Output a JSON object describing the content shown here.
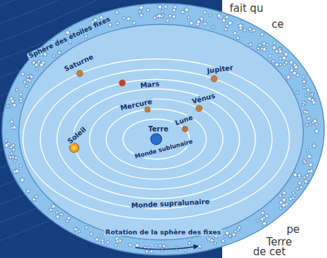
{
  "diagram": {
    "labels": [
      "fait qu",
      "ce",
      "Sphère des étoiles fixes",
      "Jupiter",
      "Saturne",
      "Mars",
      "Vénus",
      "Mercure",
      "Lune",
      "Terre",
      "Soleil",
      "Monde sublunaire",
      "Monde supralunaire",
      "Rotation de la sphère des fixes",
      "pe",
      "Terre",
      "de cet"
    ]
  }
}
